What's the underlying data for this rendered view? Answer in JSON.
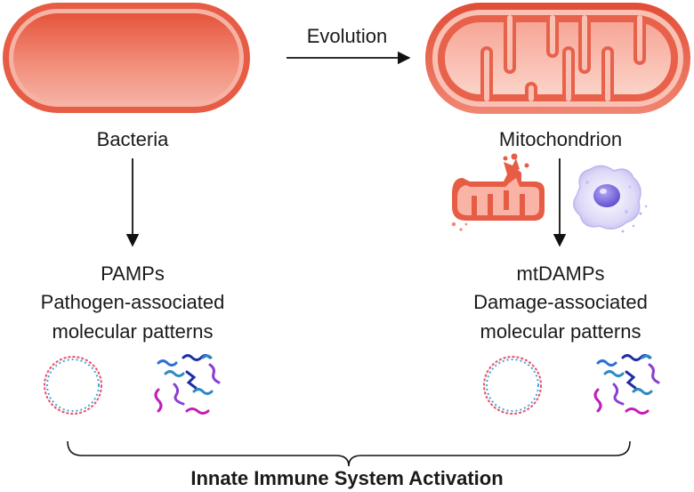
{
  "labels": {
    "evolution": "Evolution",
    "bacteria": "Bacteria",
    "mitochondrion": "Mitochondrion",
    "pamps_title": "PAMPs",
    "pamps_line1": "Pathogen-associated",
    "pamps_line2": "molecular patterns",
    "mtdamps_title": "mtDAMPs",
    "mtdamps_line1": "Damage-associated",
    "mtdamps_line2": "molecular patterns",
    "footer": "Innate Immune System Activation"
  },
  "colors": {
    "bacteria_outer": "#e8614a",
    "bacteria_inner": "#f08a74",
    "mito_outer": "#e35a44",
    "mito_matrix": "#f6a896",
    "cell_membrane": "#c9c4f0",
    "cell_nucleus": "#6e60d8",
    "dna_red": "#e8516a",
    "dna_blue": "#45a6d8",
    "frag_blue": "#2d6fd4",
    "frag_navy": "#1f2ea8",
    "frag_purple": "#8b3fd0",
    "frag_magenta": "#c21eb8",
    "frag_teal": "#2b8ac2"
  }
}
